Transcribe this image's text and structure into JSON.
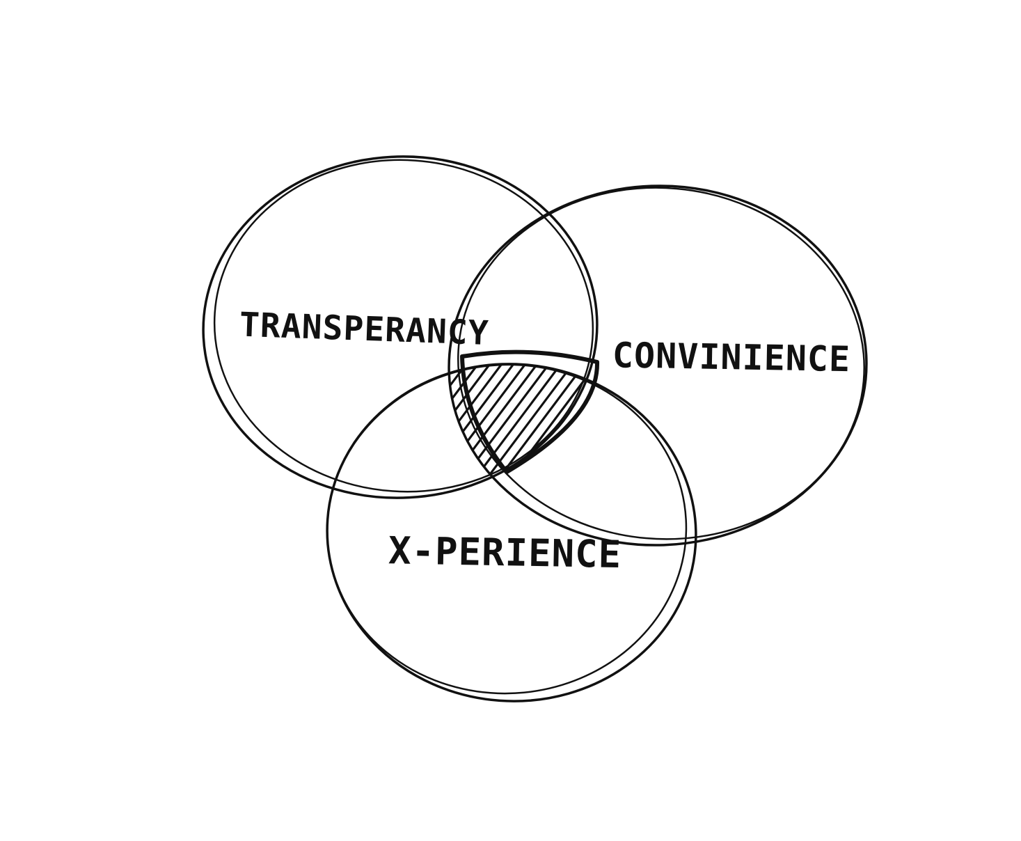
{
  "diagram": {
    "type": "venn",
    "ink_color": "#111111",
    "background_color": "#ffffff",
    "sets": [
      {
        "id": "transperancy",
        "label": "TRANSPERANCY"
      },
      {
        "id": "convinience",
        "label": "CONVINIENCE"
      },
      {
        "id": "x-perience",
        "label": "X-PERIENCE"
      }
    ],
    "highlighted_region": {
      "sets": [
        "transperancy",
        "convinience",
        "x-perience"
      ],
      "fill": "hatched"
    }
  }
}
